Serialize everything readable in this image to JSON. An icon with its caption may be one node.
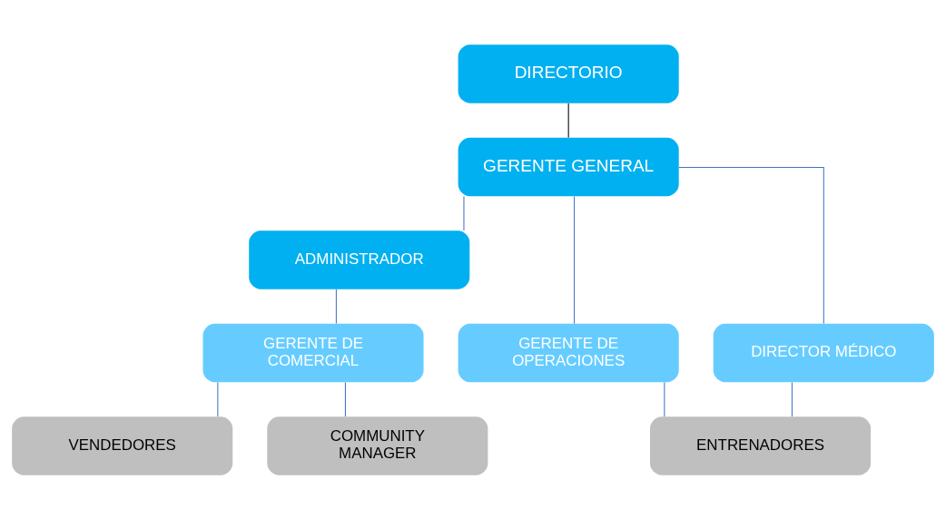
{
  "diagram": {
    "nodes": [
      {
        "text": [
          "DIRECTORIO"
        ]
      },
      {
        "text": [
          "GERENTE GENERAL"
        ]
      },
      {
        "text": [
          "ADMINISTRADOR"
        ]
      },
      {
        "text": [
          "GERENTE DE OPERACIONES"
        ]
      },
      {
        "text": [
          "DIRECTOR MÉDICO"
        ]
      },
      {
        "text": [
          "GERENTE DE COMERCIAL"
        ]
      },
      {
        "text": [
          "ENTRENADORES"
        ]
      },
      {
        "text": [
          "VENDEDORES"
        ]
      },
      {
        "text": [
          "COMMUNITY MANAGER"
        ]
      }
    ],
    "edges": [
      {
        "from": 0,
        "to": 1,
        "arrow": "none",
        "color": "#000000"
      },
      {
        "from": 1,
        "to": 3,
        "arrow": "none"
      },
      {
        "from": 1,
        "to": 4,
        "arrow": "none"
      },
      {
        "from": 1,
        "to": 2,
        "arrow": "none"
      },
      {
        "from": 2,
        "to": 5,
        "arrow": "none"
      },
      {
        "from": 3,
        "to": 6,
        "arrow": "none"
      },
      {
        "from": 4,
        "to": 6,
        "arrow": "none"
      },
      {
        "from": 5,
        "to": 7,
        "arrow": "none"
      },
      {
        "from": 5,
        "to": 8,
        "arrow": "none"
      }
    ]
  }
}
